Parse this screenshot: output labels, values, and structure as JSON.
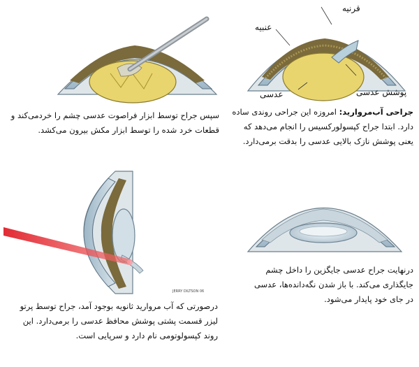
{
  "panels": {
    "p1": {
      "labels": {
        "cornea": "قرنیه",
        "iris": "عنبیه",
        "capsule": "پوشش عدسی",
        "lens": "عدسی"
      },
      "caption_title": "جراحی آب‌مروارید:",
      "caption_body": " امروزه این جراحی روندی ساده دارد. ابتدا جراح کپسولورکسیس را انجام می‌دهد که یعنی پوشش نازک بالایی عدسی را بدقت برمی‌دارد."
    },
    "p2": {
      "caption": "سپس جراح توسط ابزار فراصوت عدسی چشم را خردمی‌کند و قطعات خرد شده را توسط ابزار مکش بیرون می‌کشد."
    },
    "p3": {
      "caption": "درنهایت جراح عدسی جایگزین را داخل چشم جایگذاری می‌کند. با باز شدن نگه‌دانده‌ها، عدسی در جای خود پایدار می‌شود."
    },
    "p4": {
      "credit": "JERRY DILTSON 06",
      "caption": "درصورتی که آب مروارید ثانویه بوجود آمد، جراح توسط پرتو لیزر قسمت پشتی پوشش محافظ عدسی را برمی‌دارد. این روند کپسولوتومی نام دارد و سرپایی است."
    }
  },
  "colors": {
    "cornea": "#b9cfdc",
    "iris": "#7a6a3c",
    "lens": "#e9d56e",
    "laser": "#e0202a"
  }
}
